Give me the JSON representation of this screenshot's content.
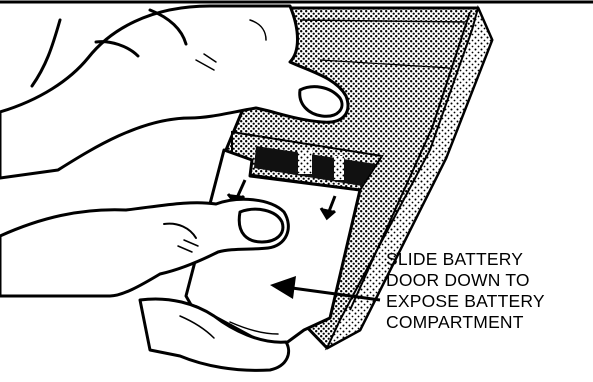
{
  "callout": {
    "lines": [
      "SLIDE BATTERY",
      "DOOR DOWN TO",
      "EXPOSE BATTERY",
      "COMPARTMENT"
    ]
  },
  "colors": {
    "ink": "#000000",
    "paper": "#ffffff",
    "stipple": "#9a9a9a"
  },
  "icons": [
    "direction-arrow-icon",
    "pointer-arrow-icon"
  ]
}
